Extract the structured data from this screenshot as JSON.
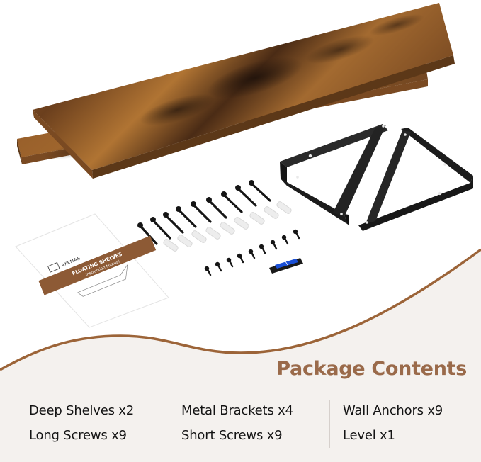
{
  "product": {
    "brand": "AXEMAN",
    "manual_title": "FLOATING SHELVES",
    "manual_subtitle": "Instruction Manual"
  },
  "section": {
    "title": "Package Contents"
  },
  "contents": {
    "columns": [
      {
        "items": [
          {
            "label": "Deep Shelves x2"
          },
          {
            "label": "Long Screws x9"
          }
        ]
      },
      {
        "items": [
          {
            "label": "Metal Brackets x4"
          },
          {
            "label": "Short Screws x9"
          }
        ]
      },
      {
        "items": [
          {
            "label": "Wall Anchors x9"
          },
          {
            "label": "Level x1"
          }
        ]
      }
    ]
  },
  "colors": {
    "accent_brown": "#9a6a4a",
    "wave_line": "#9c6438",
    "panel_bg": "#f4f1ee",
    "wood_light": "#a8692e",
    "wood_dark": "#3a2414",
    "bracket": "#1e1e1e",
    "level_vial": "#1a4fd6"
  },
  "parts": {
    "long_screws": 9,
    "short_screws": 9,
    "wall_anchors": 9,
    "brackets_shown": 2,
    "shelves": 2,
    "level": 1
  }
}
